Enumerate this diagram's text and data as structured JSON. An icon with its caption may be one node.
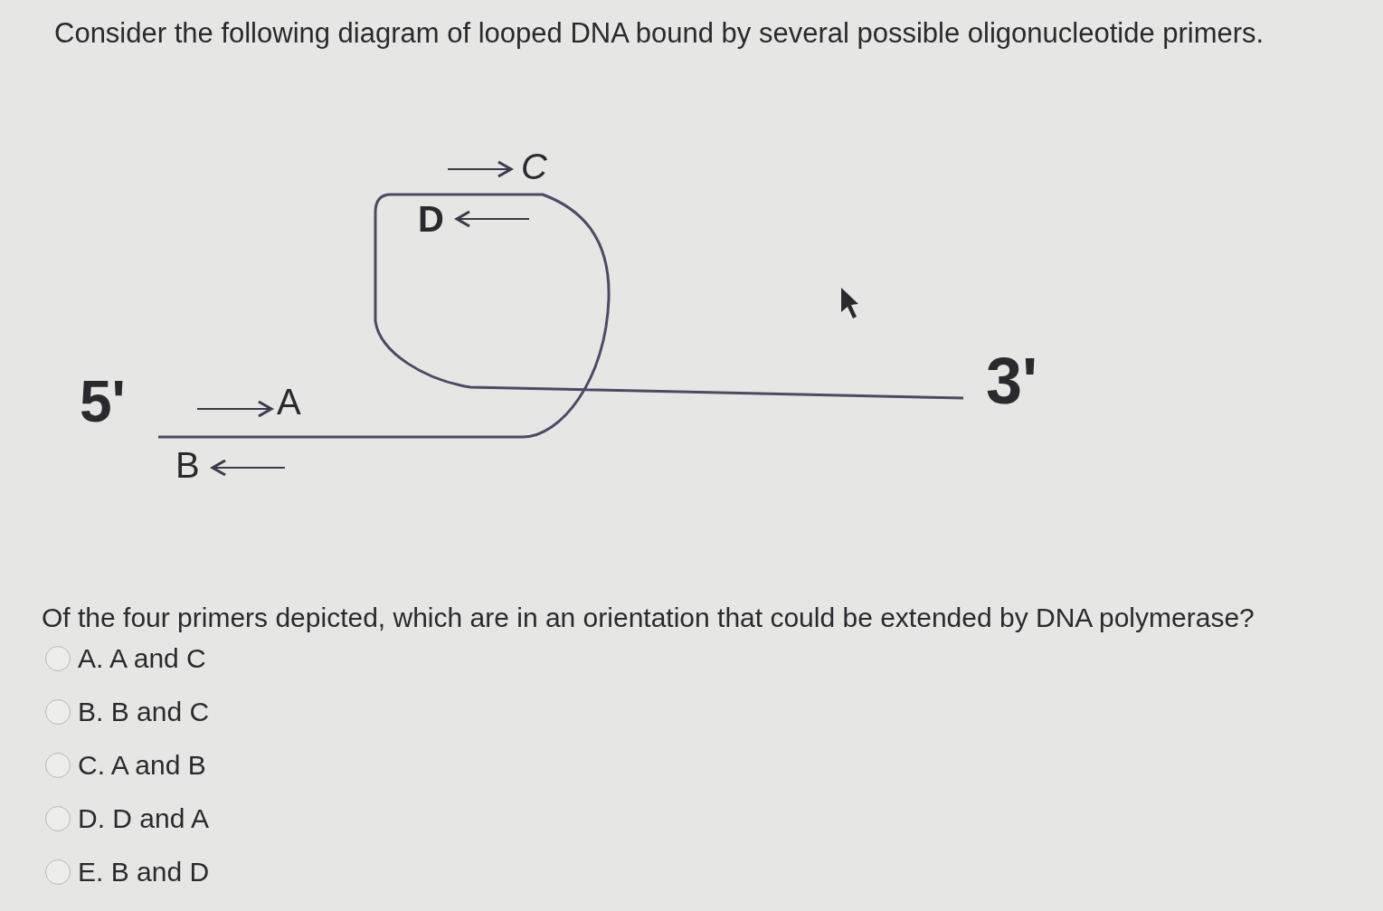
{
  "diagram": {
    "title": "Consider the following diagram of looped DNA bound by several possible oligonucleotide primers.",
    "labels": [
      "5'",
      "A",
      "B",
      "C",
      "D",
      "3'",
      "Of the four primers depicted, which are in an orientation that could be extended by DNA polymerase?",
      "A. A and C",
      "B. B and C",
      "C. A and B",
      "D. D and A",
      "E. B and D"
    ]
  }
}
